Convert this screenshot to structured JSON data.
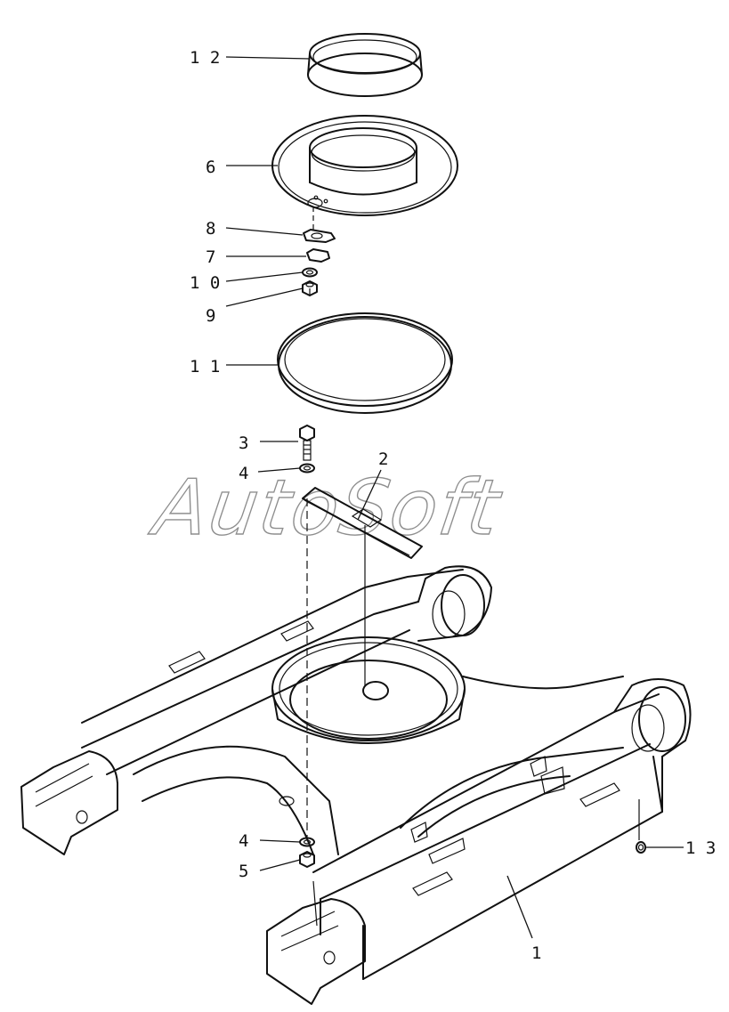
{
  "diagram": {
    "watermark": "AutoSoft",
    "callouts": [
      {
        "id": "12",
        "text": "1 2"
      },
      {
        "id": "6",
        "text": "6"
      },
      {
        "id": "8",
        "text": "8"
      },
      {
        "id": "7",
        "text": "7"
      },
      {
        "id": "10",
        "text": "1 0"
      },
      {
        "id": "9",
        "text": "9"
      },
      {
        "id": "11",
        "text": "1 1"
      },
      {
        "id": "3",
        "text": "3"
      },
      {
        "id": "4a",
        "text": "4"
      },
      {
        "id": "2",
        "text": "2"
      },
      {
        "id": "4b",
        "text": "4"
      },
      {
        "id": "5",
        "text": "5"
      },
      {
        "id": "13",
        "text": "1 3"
      },
      {
        "id": "1",
        "text": "1"
      }
    ]
  }
}
